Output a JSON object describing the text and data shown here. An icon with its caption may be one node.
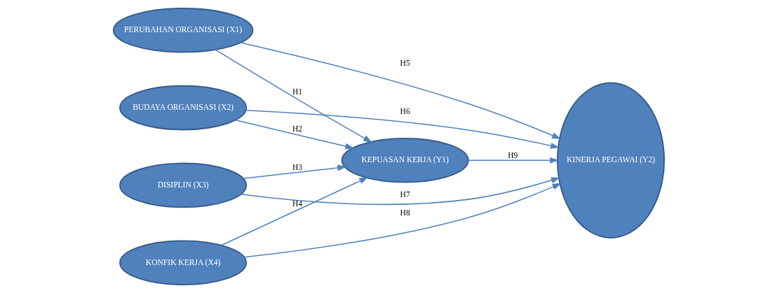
{
  "diagram": {
    "nodes": [
      {
        "text": [
          "PERUBAHAN ORGANISASI (X1)"
        ]
      },
      {
        "text": [
          "BUDAYA ORGANISASI (X2)"
        ]
      },
      {
        "text": [
          "DISIPLIN (X3)"
        ]
      },
      {
        "text": [
          "KONFIK KERJA (X4)"
        ]
      },
      {
        "text": [
          "KEPUASAN KERJA (Y1)"
        ]
      },
      {
        "text": [
          "KINERJA PEGAWAI (Y2)"
        ]
      }
    ],
    "edges": [
      {
        "from": 0,
        "to": 4,
        "arrow": "to",
        "label": "H1"
      },
      {
        "from": 1,
        "to": 4,
        "arrow": "to",
        "label": "H2"
      },
      {
        "from": 2,
        "to": 4,
        "arrow": "to",
        "label": "H3"
      },
      {
        "from": 3,
        "to": 4,
        "arrow": "to",
        "label": "H4"
      },
      {
        "from": 0,
        "to": 5,
        "arrow": "to",
        "label": "H5"
      },
      {
        "from": 1,
        "to": 5,
        "arrow": "to",
        "label": "H6"
      },
      {
        "from": 2,
        "to": 5,
        "arrow": "to",
        "label": "H7"
      },
      {
        "from": 3,
        "to": 5,
        "arrow": "to",
        "label": "H8"
      },
      {
        "from": 4,
        "to": 5,
        "arrow": "to",
        "label": "H9"
      }
    ]
  }
}
